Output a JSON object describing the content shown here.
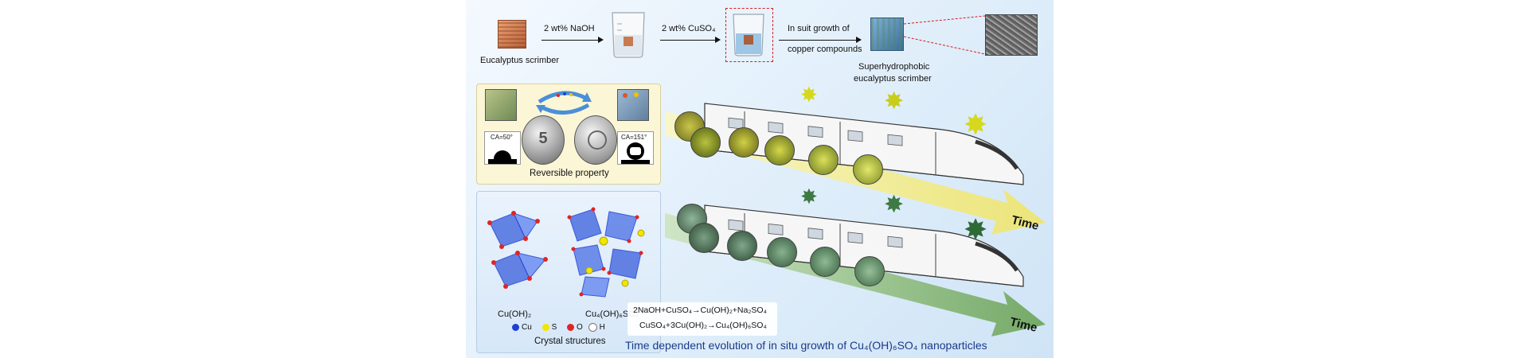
{
  "process": {
    "start_label": "Eucalyptus scrimber",
    "step1_label": "2 wt% NaOH",
    "step2_label": "2 wt% CuSO₄",
    "step3_label_line1": "In suit growth of",
    "step3_label_line2": "copper compounds",
    "product_label_line1": "Superhydrophobic",
    "product_label_line2": "eucalyptus scrimber"
  },
  "reversible_panel": {
    "title": "Reversible property",
    "ca_left": "CA=50°",
    "ca_right": "CA=151°",
    "coin_digit": "5"
  },
  "crystal_panel": {
    "title": "Crystal structures",
    "left_label": "Cu(OH)₂",
    "right_label": "Cu₄(OH)₆SO₄",
    "legend": [
      {
        "symbol": "Cu",
        "color": "#1f3fd6"
      },
      {
        "symbol": "S",
        "color": "#f2e600"
      },
      {
        "symbol": "O",
        "color": "#e02424"
      },
      {
        "symbol": "H",
        "color": "#ffffff"
      }
    ]
  },
  "evolution": {
    "time_label_top": "Time",
    "time_label_bottom": "Time",
    "equation1": "2NaOH+CuSO₄→Cu(OH)₂+Na₂SO₄",
    "equation2": "CuSO₄+3Cu(OH)₂→Cu₄(OH)₆SO₄",
    "caption": "Time dependent evolution of in situ growth of Cu₄(OH)₆SO₄ nanoparticles",
    "colors": {
      "top_arrow": "#f3ec8a",
      "bottom_arrow": "#8fbf7a",
      "top_flower": "#d6d81e",
      "bottom_flower": "#3f7a44",
      "caption": "#1b3a8a"
    }
  }
}
